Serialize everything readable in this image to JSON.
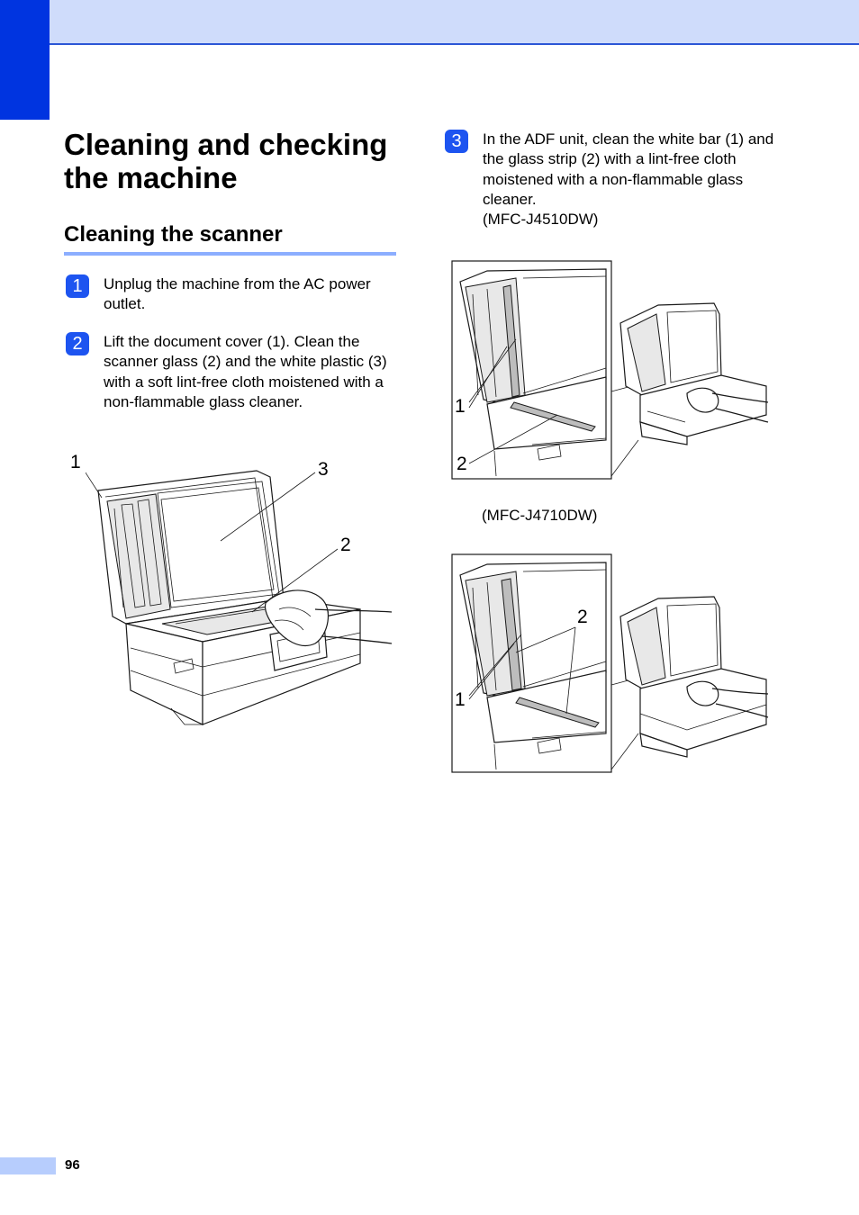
{
  "page": {
    "chapter_title": "Cleaning and checking the machine",
    "section_title": "Cleaning the scanner",
    "page_number": "96"
  },
  "steps": [
    {
      "badge": "1",
      "text": "Unplug the machine from the AC power outlet."
    },
    {
      "badge": "2",
      "text": "Lift the document cover (1). Clean the scanner glass (2) and the white plastic (3) with a soft lint-free cloth moistened with a non-flammable glass cleaner."
    },
    {
      "badge": "3",
      "text": "In the ADF unit, clean the white bar (1) and the glass strip (2) with a lint-free cloth moistened with a non-flammable glass cleaner.\n(MFC-J4510DW)"
    }
  ],
  "figures": {
    "scanner": {
      "labels": [
        "1",
        "3",
        "2"
      ]
    },
    "j4510": {
      "labels": [
        "1",
        "2"
      ]
    },
    "j4710": {
      "caption": "(MFC-J4710DW)",
      "labels": [
        "2",
        "1"
      ]
    }
  },
  "colors": {
    "accent_blue": "#0034e0",
    "header_band": "#cfdcfb",
    "rule_blue": "#8caeff",
    "badge_blue": "#1d54f0"
  }
}
